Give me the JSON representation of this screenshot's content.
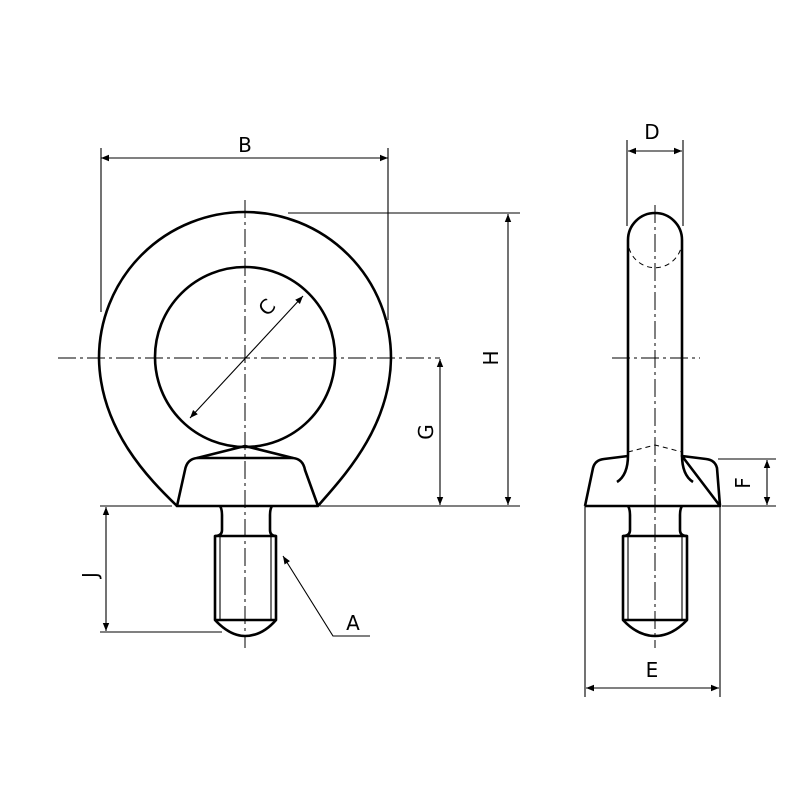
{
  "title": "Eye bolt dimension drawing",
  "labels": {
    "A": "A",
    "B": "B",
    "C": "C",
    "D": "D",
    "E": "E",
    "F": "F",
    "G": "G",
    "H": "H",
    "J": "J"
  }
}
